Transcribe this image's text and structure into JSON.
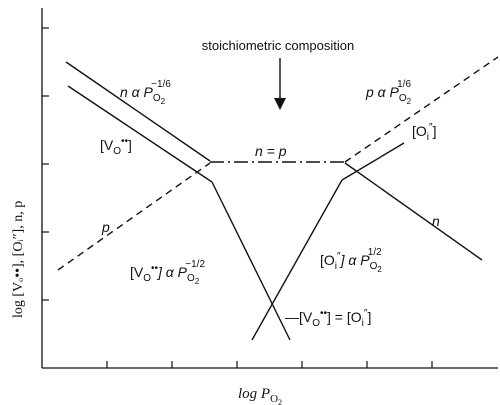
{
  "figure": {
    "x_axis_label_main": "log P",
    "x_axis_label_sub": "O",
    "x_axis_label_subsub": "2",
    "y_axis_label": "log [Vₒ••], [Oᵢ″], n, p",
    "annotation_stoich": "stoichiometric composition",
    "label_n_minus16": "n α P",
    "label_n_minus16_sub": "O",
    "label_n_minus16_subsub": "2",
    "label_n_minus16_exp": "−1/6",
    "label_p_plus16": "p α P",
    "label_p_plus16_sub": "O",
    "label_p_plus16_subsub": "2",
    "label_p_plus16_exp": "1/6",
    "label_vo": "[V",
    "label_vo_sub": "O",
    "label_vo_sup": "••",
    "label_vo_close": "]",
    "label_oi": "[O",
    "label_oi_sub": "i",
    "label_oi_sup": "″",
    "label_oi_close": "]",
    "label_n_eq_p": "n = p",
    "label_p": "p",
    "label_n": "n",
    "label_vo_minus12": "[V",
    "label_vo_minus12_sub": "O",
    "label_vo_minus12_sup": "••",
    "label_vo_minus12_mid": "] α P",
    "label_vo_minus12_psub": "O",
    "label_vo_minus12_psubsub": "2",
    "label_vo_minus12_exp": "−1/2",
    "label_oi_plus12": "[O",
    "label_oi_plus12_sub": "i",
    "label_oi_plus12_sup": "″",
    "label_oi_plus12_mid": "] α P",
    "label_oi_plus12_psub": "O",
    "label_oi_plus12_psubsub": "2",
    "label_oi_plus12_exp": "1/2",
    "label_equal": "—[V",
    "label_equal_sub": "O",
    "label_equal_sup": "••",
    "label_equal_mid": "] = [O",
    "label_equal_sub2": "i",
    "label_equal_sup2": "″",
    "label_equal_close": "]"
  }
}
